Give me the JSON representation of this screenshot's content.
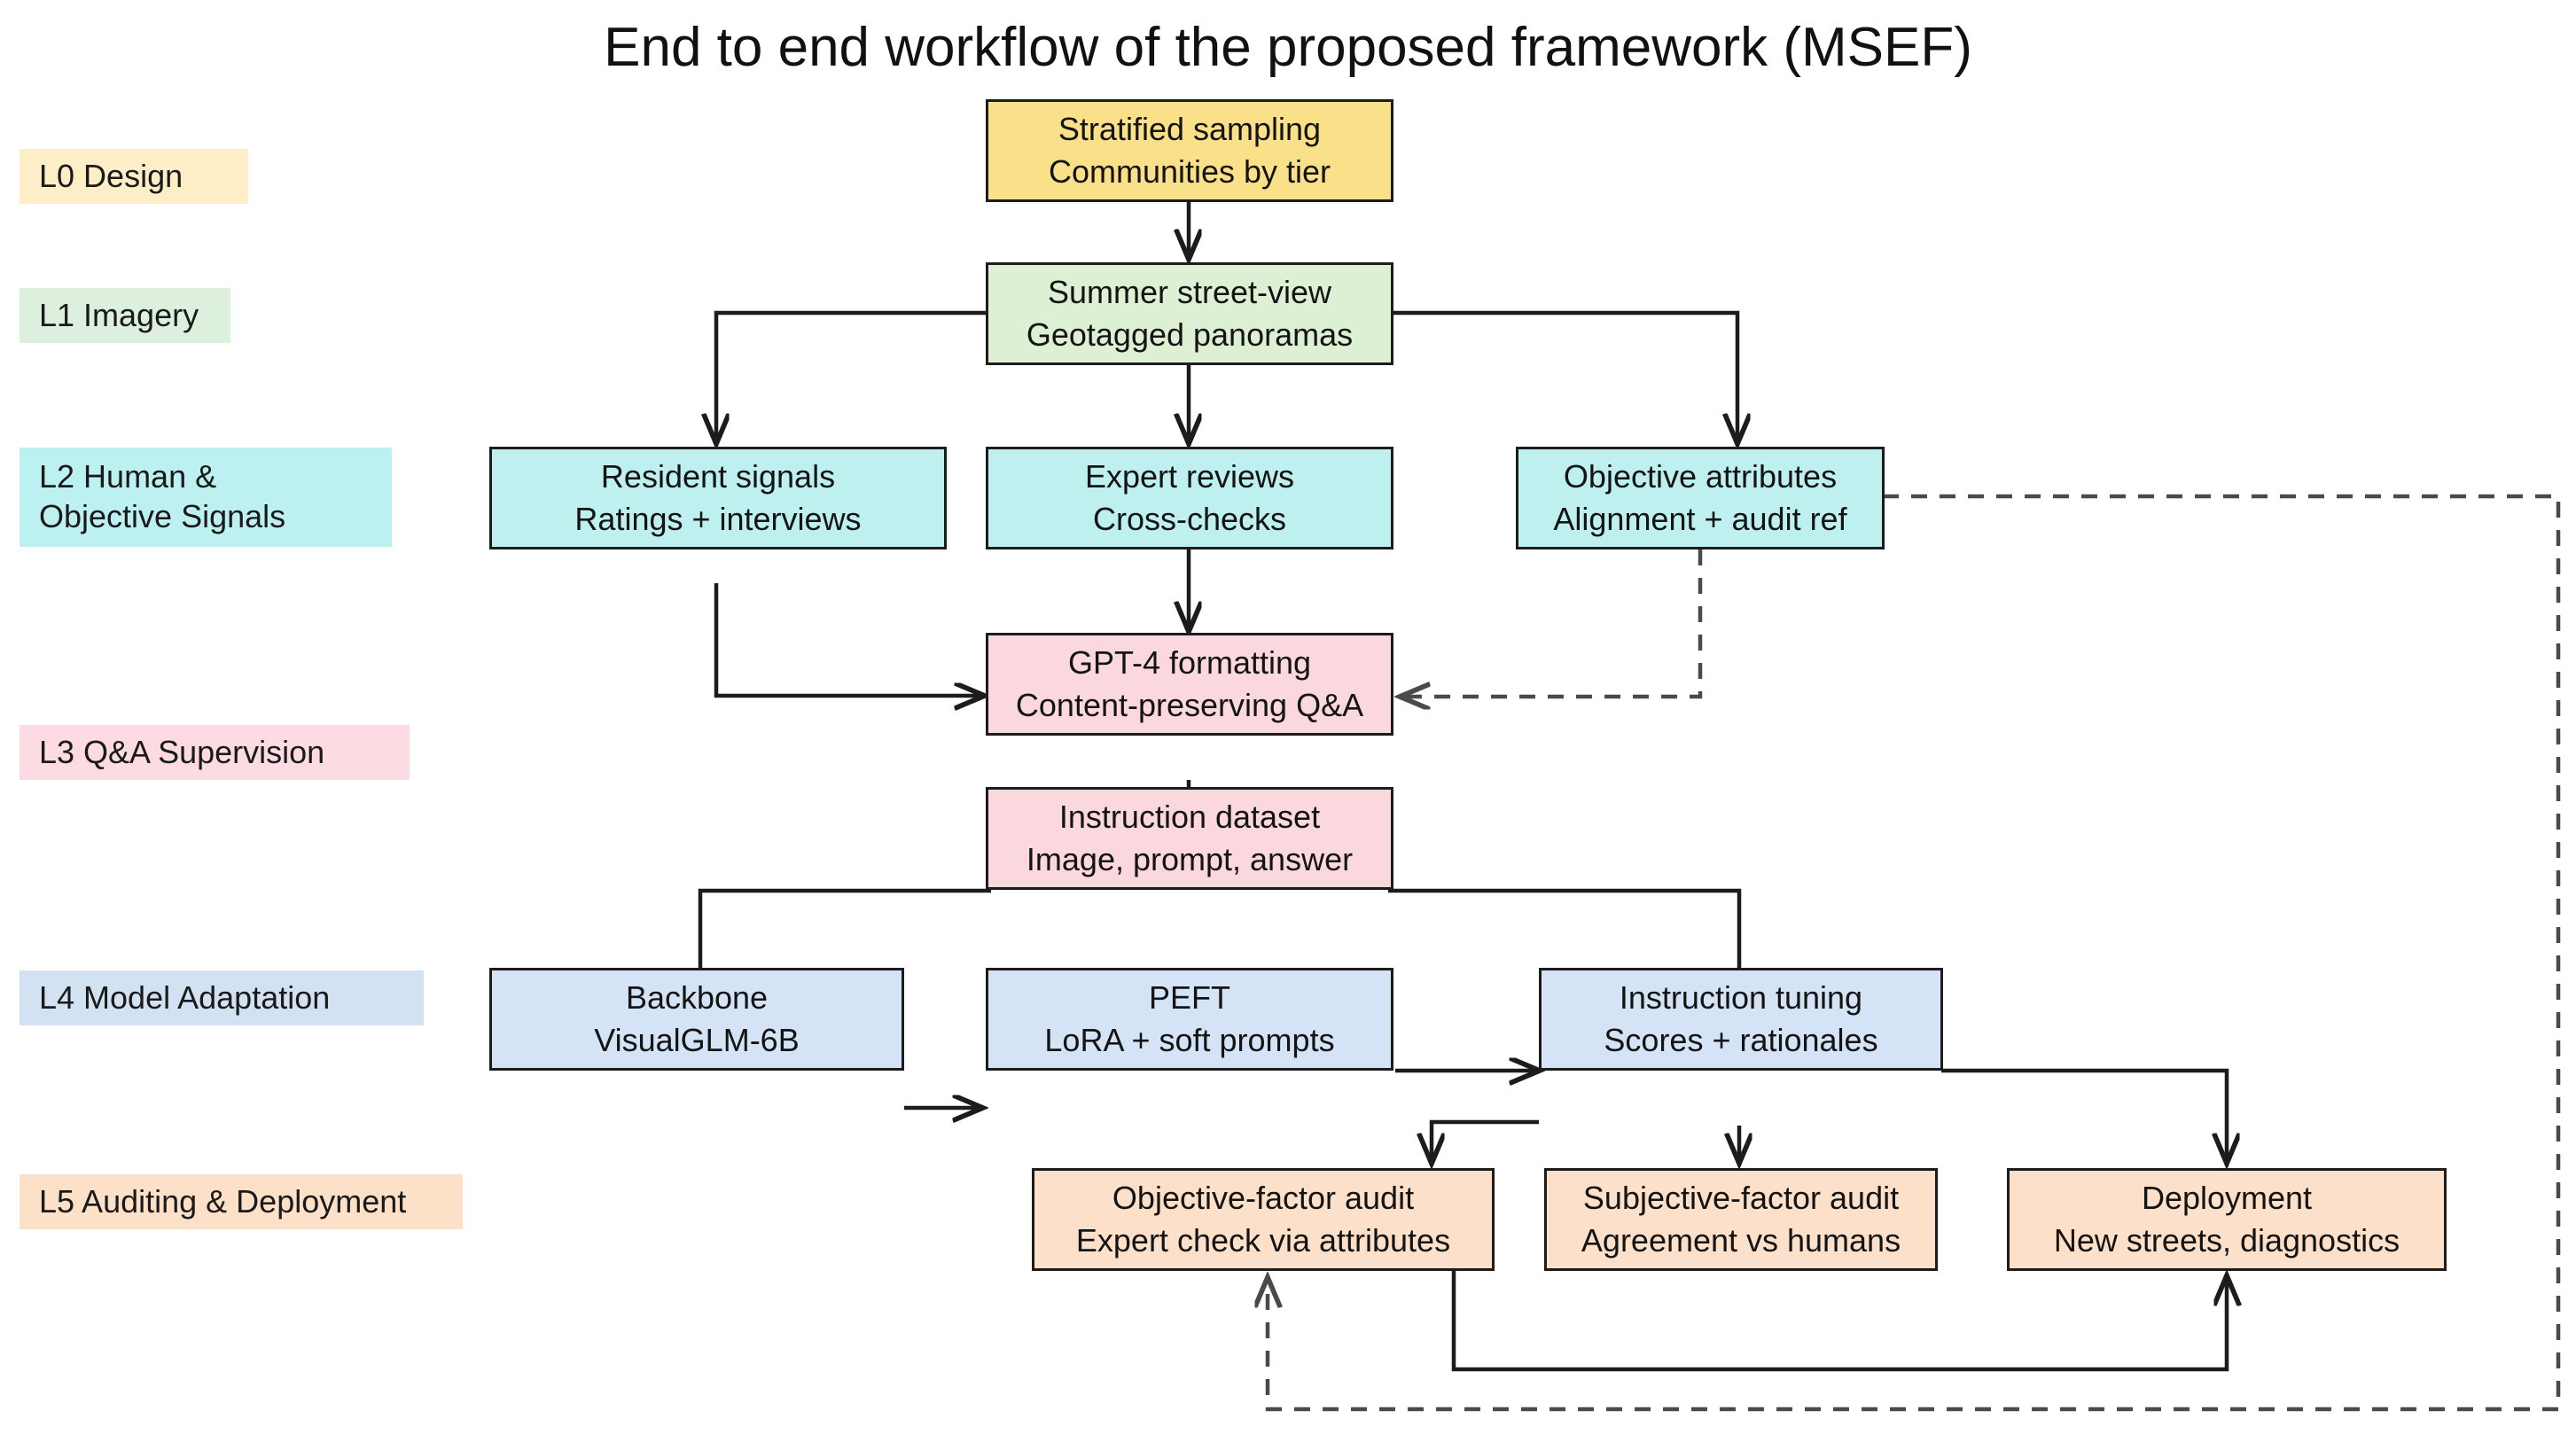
{
  "title": "End to end workflow of the proposed framework (MSEF)",
  "colors": {
    "lane_l0": "#fdeec8",
    "lane_l1": "#ddf0dd",
    "lane_l2": "#bdf0f0",
    "lane_l3": "#fcdce2",
    "lane_l4": "#d3e2f3",
    "lane_l5": "#fde0c8",
    "node_l0": "#fbe08a",
    "node_l1": "#ddf0d3",
    "node_l2": "#bdf0ee",
    "node_l3": "#fbd8dd",
    "node_l4": "#d4e3f5",
    "node_l5": "#fde0c9",
    "stroke": "#1c1c1c",
    "text": "#141414"
  },
  "lanes": [
    {
      "id": "l0",
      "label": "L0 Design"
    },
    {
      "id": "l1",
      "label": "L1 Imagery"
    },
    {
      "id": "l2",
      "label_line1": "L2 Human &",
      "label_line2": "Objective Signals"
    },
    {
      "id": "l3",
      "label": "L3 Q&A Supervision"
    },
    {
      "id": "l4",
      "label": "L4 Model Adaptation"
    },
    {
      "id": "l5",
      "label": "L5 Auditing &  Deployment"
    }
  ],
  "nodes": [
    {
      "id": "sampling",
      "line1": "Stratified sampling",
      "line2": "Communities by tier"
    },
    {
      "id": "imagery",
      "line1": "Summer street-view",
      "line2": "Geotagged panoramas"
    },
    {
      "id": "resident",
      "line1": "Resident signals",
      "line2": "Ratings + interviews"
    },
    {
      "id": "expert",
      "line1": "Expert reviews",
      "line2": "Cross-checks"
    },
    {
      "id": "objattr",
      "line1": "Objective attributes",
      "line2": "Alignment + audit ref"
    },
    {
      "id": "gpt4",
      "line1": "GPT-4 formatting",
      "line2": "Content-preserving Q&A"
    },
    {
      "id": "dataset",
      "line1": "Instruction dataset",
      "line2": "Image, prompt, answer"
    },
    {
      "id": "backbone",
      "line1": "Backbone",
      "line2": "VisualGLM-6B"
    },
    {
      "id": "peft",
      "line1": "PEFT",
      "line2": "LoRA + soft prompts"
    },
    {
      "id": "insttune",
      "line1": "Instruction tuning",
      "line2": "Scores + rationales"
    },
    {
      "id": "objaudit",
      "line1": "Objective-factor audit",
      "line2": "Expert check via attributes"
    },
    {
      "id": "subjaudit",
      "line1": "Subjective-factor audit",
      "line2": "Agreement vs humans"
    },
    {
      "id": "deploy",
      "line1": "Deployment",
      "line2": "New streets, diagnostics"
    }
  ]
}
